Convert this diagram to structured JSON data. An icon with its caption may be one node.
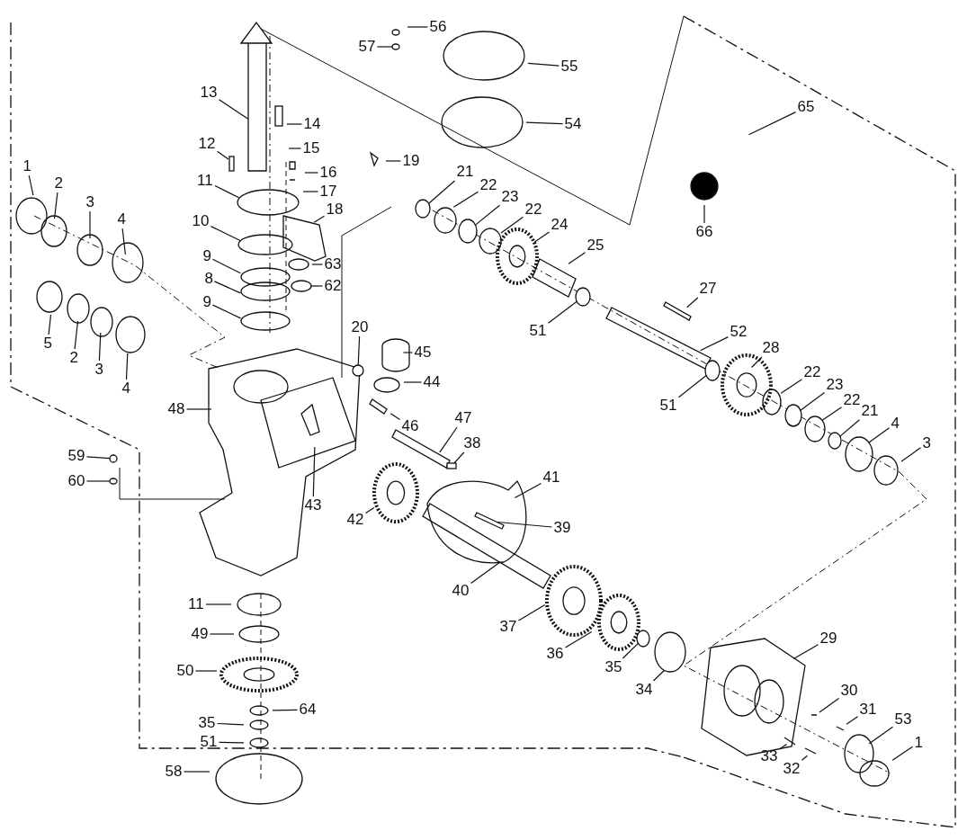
{
  "diagram": {
    "nodes": [
      {
        "text": [
          "1"
        ]
      },
      {
        "text": [
          "2"
        ]
      },
      {
        "text": [
          "3"
        ]
      },
      {
        "text": [
          "4"
        ]
      },
      {
        "text": [
          "5"
        ]
      },
      {
        "text": [
          "2"
        ]
      },
      {
        "text": [
          "3"
        ]
      },
      {
        "text": [
          "4"
        ]
      },
      {
        "text": [
          "13"
        ]
      },
      {
        "text": [
          "14"
        ]
      },
      {
        "text": [
          "12"
        ]
      },
      {
        "text": [
          "15"
        ]
      },
      {
        "text": [
          "16"
        ]
      },
      {
        "text": [
          "17"
        ]
      },
      {
        "text": [
          "19"
        ]
      },
      {
        "text": [
          "11"
        ]
      },
      {
        "text": [
          "18"
        ]
      },
      {
        "text": [
          "10"
        ]
      },
      {
        "text": [
          "63"
        ]
      },
      {
        "text": [
          "9"
        ]
      },
      {
        "text": [
          "62"
        ]
      },
      {
        "text": [
          "8"
        ]
      },
      {
        "text": [
          "9"
        ]
      },
      {
        "text": [
          "56"
        ]
      },
      {
        "text": [
          "57"
        ]
      },
      {
        "text": [
          "55"
        ]
      },
      {
        "text": [
          "54"
        ]
      },
      {
        "text": [
          "65"
        ]
      },
      {
        "text": [
          "66"
        ]
      },
      {
        "text": [
          "21"
        ]
      },
      {
        "text": [
          "22"
        ]
      },
      {
        "text": [
          "23"
        ]
      },
      {
        "text": [
          "22"
        ]
      },
      {
        "text": [
          "24"
        ]
      },
      {
        "text": [
          "25"
        ]
      },
      {
        "text": [
          "27"
        ]
      },
      {
        "text": [
          "51"
        ]
      },
      {
        "text": [
          "52"
        ]
      },
      {
        "text": [
          "28"
        ]
      },
      {
        "text": [
          "20"
        ]
      },
      {
        "text": [
          "45"
        ]
      },
      {
        "text": [
          "44"
        ]
      },
      {
        "text": [
          "22"
        ]
      },
      {
        "text": [
          "51"
        ]
      },
      {
        "text": [
          "23"
        ]
      },
      {
        "text": [
          "22"
        ]
      },
      {
        "text": [
          "21"
        ]
      },
      {
        "text": [
          "4"
        ]
      },
      {
        "text": [
          "3"
        ]
      },
      {
        "text": [
          "48"
        ]
      },
      {
        "text": [
          "46"
        ]
      },
      {
        "text": [
          "47"
        ]
      },
      {
        "text": [
          "38"
        ]
      },
      {
        "text": [
          "41"
        ]
      },
      {
        "text": [
          "39"
        ]
      },
      {
        "text": [
          "43"
        ]
      },
      {
        "text": [
          "42"
        ]
      },
      {
        "text": [
          "59"
        ]
      },
      {
        "text": [
          "60"
        ]
      },
      {
        "text": [
          "40"
        ]
      },
      {
        "text": [
          "37"
        ]
      },
      {
        "text": [
          "11"
        ]
      },
      {
        "text": [
          "36"
        ]
      },
      {
        "text": [
          "49"
        ]
      },
      {
        "text": [
          "29"
        ]
      },
      {
        "text": [
          "35"
        ]
      },
      {
        "text": [
          "50"
        ]
      },
      {
        "text": [
          "34"
        ]
      },
      {
        "text": [
          "30"
        ]
      },
      {
        "text": [
          "64"
        ]
      },
      {
        "text": [
          "31"
        ]
      },
      {
        "text": [
          "53"
        ]
      },
      {
        "text": [
          "35"
        ]
      },
      {
        "text": [
          "51"
        ]
      },
      {
        "text": [
          "1"
        ]
      },
      {
        "text": [
          "33"
        ]
      },
      {
        "text": [
          "32"
        ]
      },
      {
        "text": [
          "58"
        ]
      },
      {
        "text": [],
        "shape": "circle"
      },
      {
        "text": [],
        "shape": "circle"
      },
      {
        "text": [],
        "shape": "circle"
      },
      {
        "text": [],
        "shape": "circle"
      },
      {
        "text": [],
        "shape": "circle"
      },
      {
        "text": [],
        "shape": "circle"
      },
      {
        "text": [],
        "shape": "circle"
      },
      {
        "text": [],
        "shape": "circle"
      },
      {
        "text": [],
        "shape": "circle"
      },
      {
        "text": [],
        "shape": "box"
      },
      {
        "text": [],
        "shape": "circle"
      },
      {
        "text": [],
        "shape": "circle"
      },
      {
        "text": [],
        "shape": "circle"
      }
    ],
    "edges": [
      {
        "from": 0,
        "to": null,
        "arrow": "none"
      },
      {
        "from": 1,
        "to": null,
        "arrow": "none"
      },
      {
        "from": 2,
        "to": null,
        "arrow": "none"
      },
      {
        "from": 3,
        "to": null,
        "arrow": "none"
      },
      {
        "from": 4,
        "to": null,
        "arrow": "none"
      },
      {
        "from": 5,
        "to": null,
        "arrow": "none"
      },
      {
        "from": 6,
        "to": null,
        "arrow": "none"
      },
      {
        "from": 7,
        "to": null,
        "arrow": "none"
      },
      {
        "from": 8,
        "to": null,
        "arrow": "none"
      },
      {
        "from": 9,
        "to": null,
        "arrow": "none"
      },
      {
        "from": 10,
        "to": null,
        "arrow": "none"
      },
      {
        "from": 11,
        "to": null,
        "arrow": "none"
      },
      {
        "from": 12,
        "to": null,
        "arrow": "none"
      },
      {
        "from": 13,
        "to": null,
        "arrow": "none"
      },
      {
        "from": 14,
        "to": null,
        "arrow": "none"
      },
      {
        "from": 15,
        "to": null,
        "arrow": "none"
      },
      {
        "from": 16,
        "to": null,
        "arrow": "none"
      },
      {
        "from": 17,
        "to": null,
        "arrow": "none"
      },
      {
        "from": 18,
        "to": null,
        "arrow": "none"
      },
      {
        "from": 19,
        "to": null,
        "arrow": "none"
      },
      {
        "from": 20,
        "to": 78,
        "arrow": "none"
      },
      {
        "from": 21,
        "to": null,
        "arrow": "none"
      },
      {
        "from": 22,
        "to": null,
        "arrow": "none"
      },
      {
        "from": 23,
        "to": null,
        "arrow": "none"
      },
      {
        "from": 24,
        "to": 79,
        "arrow": "none"
      },
      {
        "from": 25,
        "to": null,
        "arrow": "none"
      },
      {
        "from": 26,
        "to": null,
        "arrow": "none"
      },
      {
        "from": 27,
        "to": null,
        "arrow": "none"
      },
      {
        "from": 28,
        "to": null,
        "arrow": "none"
      },
      {
        "from": 29,
        "to": 80,
        "arrow": "none"
      },
      {
        "from": 30,
        "to": null,
        "arrow": "none"
      },
      {
        "from": 31,
        "to": 81,
        "arrow": "none"
      },
      {
        "from": 32,
        "to": null,
        "arrow": "none"
      },
      {
        "from": 33,
        "to": null,
        "arrow": "none"
      },
      {
        "from": 34,
        "to": null,
        "arrow": "none"
      },
      {
        "from": 35,
        "to": null,
        "arrow": "none"
      },
      {
        "from": 36,
        "to": 82,
        "arrow": "none"
      },
      {
        "from": 37,
        "to": null,
        "arrow": "none"
      },
      {
        "from": 38,
        "to": null,
        "arrow": "none"
      },
      {
        "from": 39,
        "to": 83,
        "arrow": "none"
      },
      {
        "from": 40,
        "to": null,
        "arrow": "none"
      },
      {
        "from": 41,
        "to": null,
        "arrow": "none"
      },
      {
        "from": 42,
        "to": null,
        "arrow": "none"
      },
      {
        "from": 43,
        "to": 84,
        "arrow": "none"
      },
      {
        "from": 44,
        "to": 85,
        "arrow": "none"
      },
      {
        "from": 45,
        "to": null,
        "arrow": "none"
      },
      {
        "from": 46,
        "to": 86,
        "arrow": "none"
      },
      {
        "from": 47,
        "to": null,
        "arrow": "none"
      },
      {
        "from": 48,
        "to": null,
        "arrow": "none"
      },
      {
        "from": 49,
        "to": null,
        "arrow": "none"
      },
      {
        "from": 50,
        "to": null,
        "arrow": "none"
      },
      {
        "from": 51,
        "to": null,
        "arrow": "none"
      },
      {
        "from": 52,
        "to": 87,
        "arrow": "none"
      },
      {
        "from": 53,
        "to": null,
        "arrow": "none"
      },
      {
        "from": 54,
        "to": null,
        "arrow": "none"
      },
      {
        "from": 55,
        "to": null,
        "arrow": "none"
      },
      {
        "from": 56,
        "to": null,
        "arrow": "none"
      },
      {
        "from": 57,
        "to": 88,
        "arrow": "none"
      },
      {
        "from": 58,
        "to": 89,
        "arrow": "none"
      },
      {
        "from": 59,
        "to": null,
        "arrow": "none"
      },
      {
        "from": 60,
        "to": null,
        "arrow": "none"
      },
      {
        "from": 61,
        "to": null,
        "arrow": "none"
      },
      {
        "from": 62,
        "to": null,
        "arrow": "none"
      },
      {
        "from": 63,
        "to": null,
        "arrow": "none"
      },
      {
        "from": 64,
        "to": null,
        "arrow": "none"
      },
      {
        "from": 65,
        "to": 90,
        "arrow": "none"
      },
      {
        "from": 66,
        "to": null,
        "arrow": "none"
      },
      {
        "from": 67,
        "to": null,
        "arrow": "none"
      },
      {
        "from": 68,
        "to": null,
        "arrow": "none"
      },
      {
        "from": 69,
        "to": null,
        "arrow": "none"
      },
      {
        "from": 70,
        "to": null,
        "arrow": "none"
      },
      {
        "from": 71,
        "to": null,
        "arrow": "none"
      },
      {
        "from": 72,
        "to": null,
        "arrow": "none"
      },
      {
        "from": 73,
        "to": null,
        "arrow": "none"
      },
      {
        "from": 74,
        "to": null,
        "arrow": "none"
      },
      {
        "from": 75,
        "to": null,
        "arrow": "none"
      },
      {
        "from": 76,
        "to": null,
        "arrow": "none"
      },
      {
        "from": 77,
        "to": null,
        "arrow": "none"
      }
    ]
  }
}
